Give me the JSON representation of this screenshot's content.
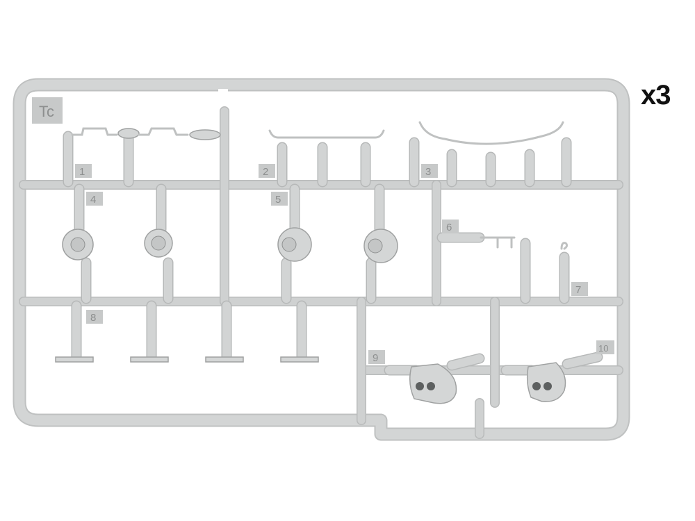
{
  "sprue": {
    "letter": "Tc",
    "quantity_label": "x3",
    "part_numbers": [
      "1",
      "2",
      "3",
      "4",
      "5",
      "6",
      "7",
      "8",
      "9",
      "10"
    ]
  },
  "colors": {
    "plastic": "#d3d5d5",
    "plastic_shadow": "#b9bbbb",
    "background": "#ffffff",
    "text": "#111111"
  }
}
